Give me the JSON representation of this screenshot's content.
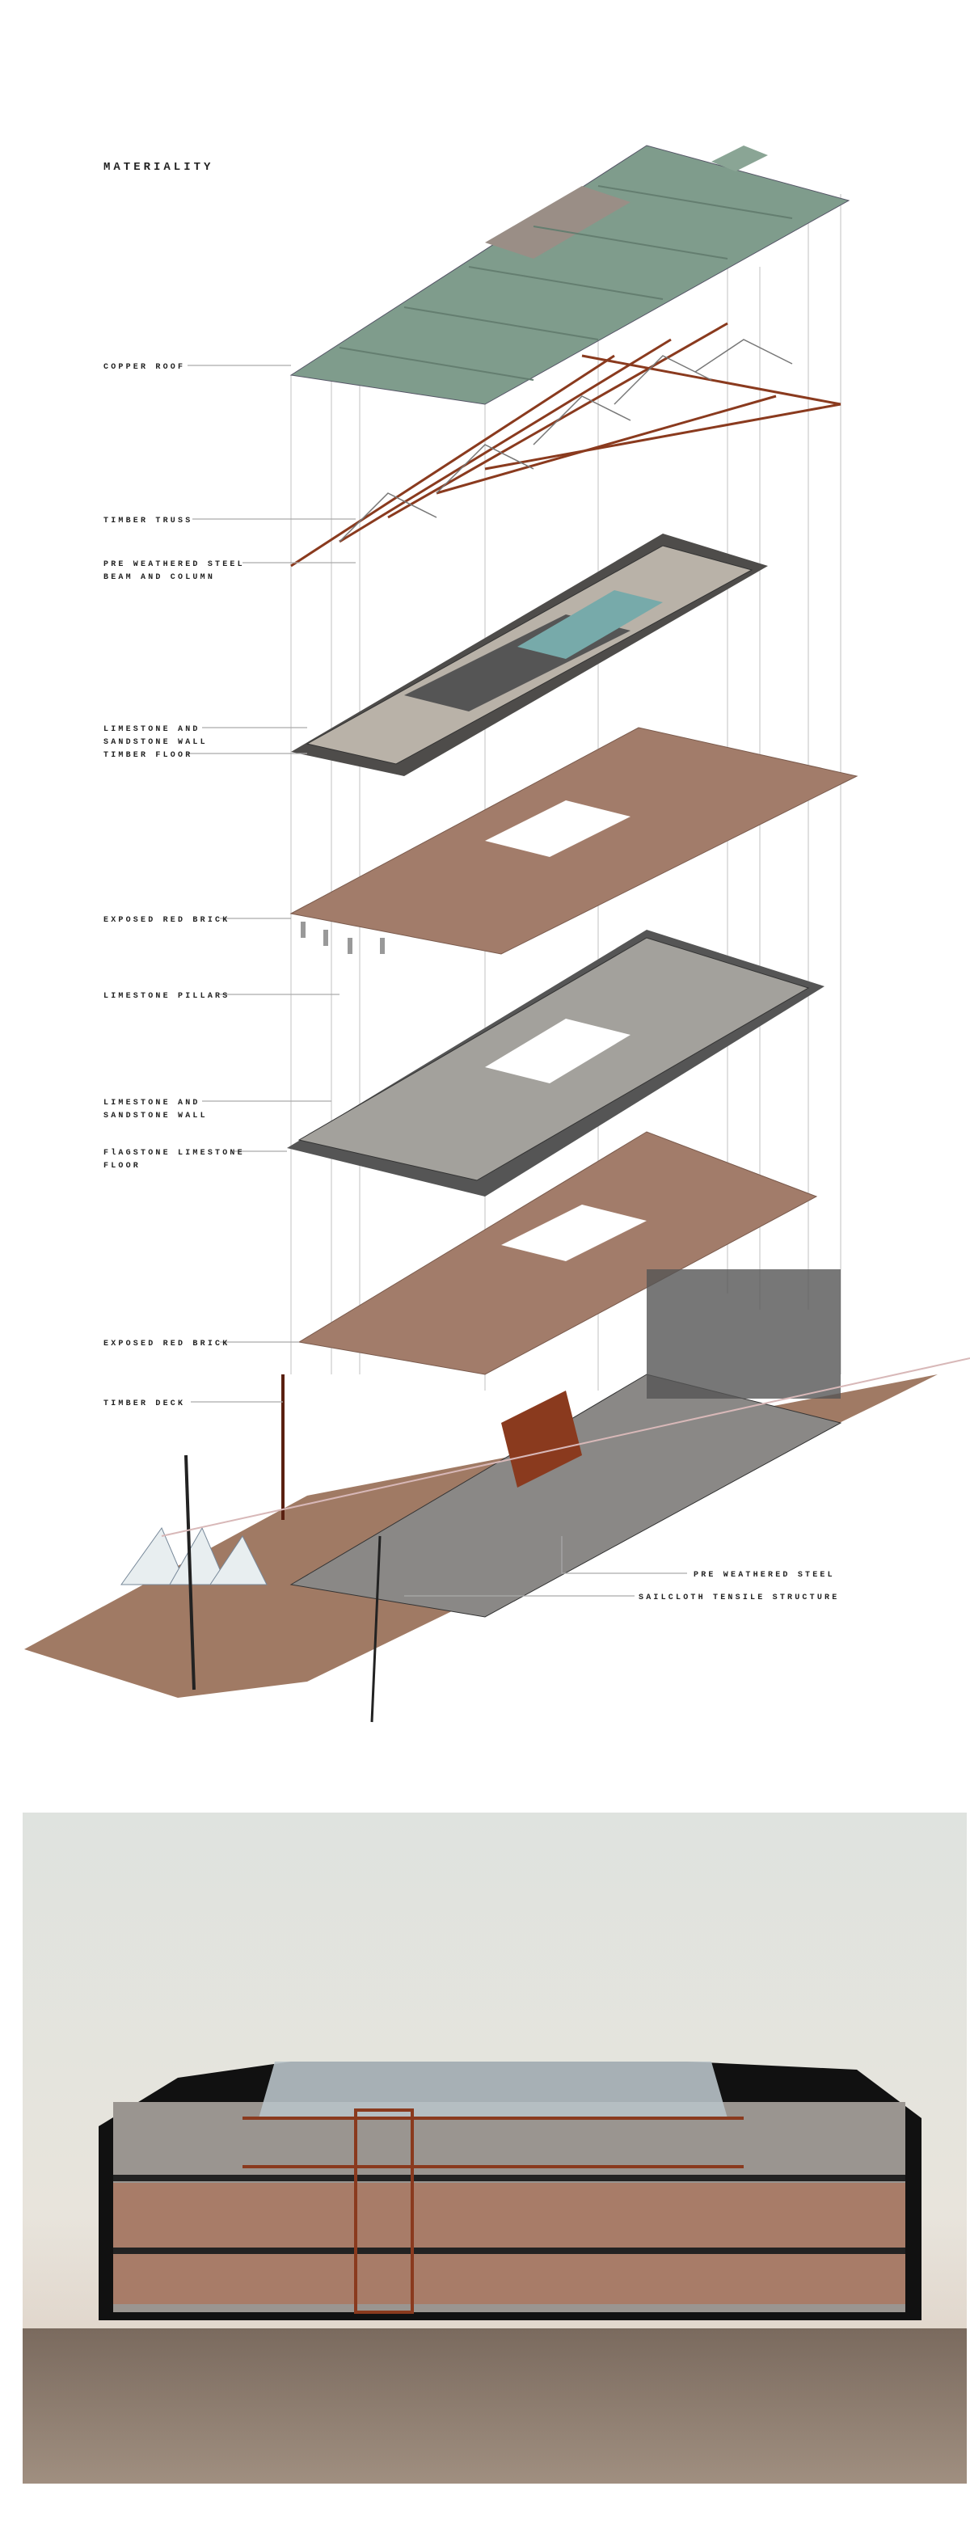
{
  "title": "MATERIALITY",
  "labels": {
    "copper_roof": "COPPER ROOF",
    "timber_truss": "TIMBER TRUSS",
    "steel_beam_1": "PRE WEATHERED STEEL",
    "steel_beam_2": "BEAM AND COLUMN",
    "wall_upper_1": "LIMESTONE AND",
    "wall_upper_2": "SANDSTONE WALL",
    "timber_floor": "TIMBER FLOOR",
    "red_brick_upper": "EXPOSED RED BRICK",
    "limestone_pillars": "LIMESTONE PILLARS",
    "wall_lower_1": "LIMESTONE AND",
    "wall_lower_2": "SANDSTONE WALL",
    "flagstone_1": "FlAGSTONE LIMESTONE",
    "flagstone_2": "FLOOR",
    "red_brick_lower": "EXPOSED RED BRICK",
    "timber_deck": "TIMBER DECK",
    "steel": "PRE WEATHERED STEEL",
    "sailcloth": "SAILCLOTH TENSILE STRUCTURE"
  },
  "colors": {
    "copper": "#7f9c8c",
    "brick": "#a27c6a",
    "stone": "#8a8a88",
    "steel": "#8a3a1e",
    "timber": "#9a7058"
  }
}
